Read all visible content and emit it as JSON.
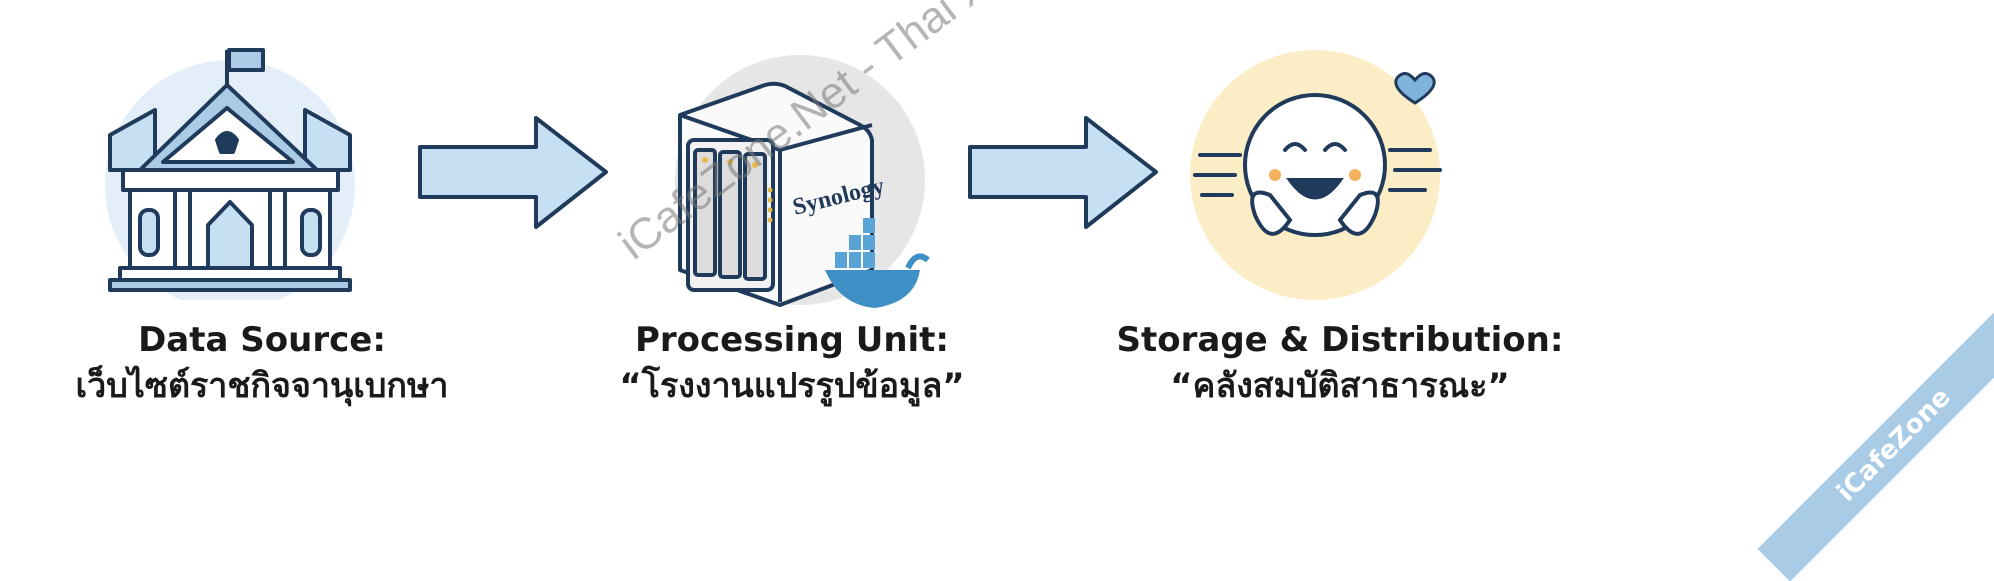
{
  "stages": [
    {
      "title": "Data Source:",
      "subtitle": "เว็บไซต์ราชกิจจานุเบกษา",
      "icon": "government-building-icon"
    },
    {
      "title": "Processing Unit:",
      "subtitle": "“โรงงานแปรรูปข้อมูล”",
      "icon": "nas-server-icon",
      "brand": "Synology"
    },
    {
      "title": "Storage & Distribution:",
      "subtitle": "“คลังสมบัติสาธารณะ”",
      "icon": "hugging-face-icon"
    }
  ],
  "watermark": "iCafeZone.Net - Thai XenForo Community",
  "corner_ribbon": "iCafeZone",
  "colors": {
    "arrow_fill": "#c7dff2",
    "outline": "#1f3a5a",
    "docker": "#3d8fc6",
    "hf_bg": "#fbeec6"
  }
}
